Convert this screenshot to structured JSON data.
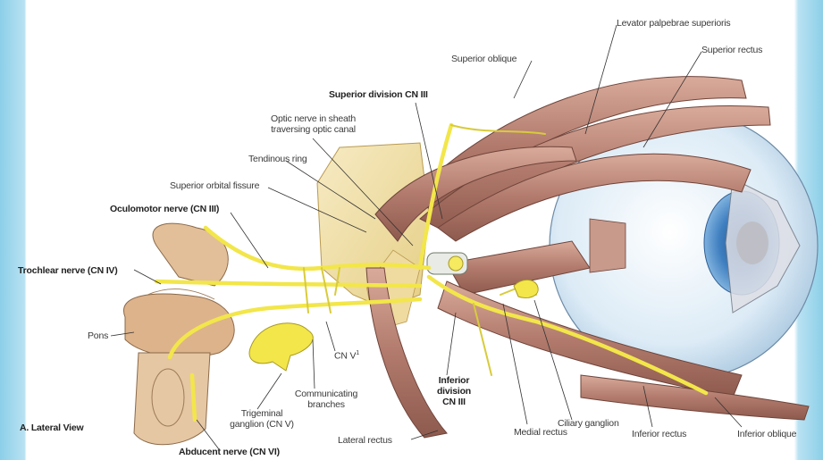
{
  "labels": {
    "levator": "Levator palpebrae superioris",
    "superior_rectus": "Superior rectus",
    "superior_oblique": "Superior oblique",
    "superior_division": "Superior division CN III",
    "optic_nerve_line1": "Optic nerve in sheath",
    "optic_nerve_line2": "traversing optic canal",
    "tendinous_ring": "Tendinous ring",
    "superior_orbital_fissure": "Superior orbital fissure",
    "oculomotor": "Oculomotor nerve (CN III)",
    "trochlear": "Trochlear nerve (CN IV)",
    "pons": "Pons",
    "cn_v1": "CN V",
    "cn_v1_sup": "1",
    "trigeminal_line1": "Trigeminal",
    "trigeminal_line2": "ganglion (CN V)",
    "communicating_line1": "Communicating",
    "communicating_line2": "branches",
    "inferior_division_line1": "Inferior",
    "inferior_division_line2": "division",
    "inferior_division_line3": "CN III",
    "lateral_view": "A. Lateral View",
    "abducent": "Abducent nerve (CN VI)",
    "lateral_rectus": "Lateral rectus",
    "medial_rectus": "Medial rectus",
    "ciliary_ganglion": "Ciliary ganglion",
    "inferior_rectus": "Inferior rectus",
    "inferior_oblique": "Inferior oblique"
  },
  "colors": {
    "nerve": "#f2e64a",
    "muscle": "#b9877a",
    "bone": "#f3e1a8",
    "brainstem": "#dcb690",
    "eye": "#e6f1fa",
    "iris": "#3f7fc0"
  }
}
